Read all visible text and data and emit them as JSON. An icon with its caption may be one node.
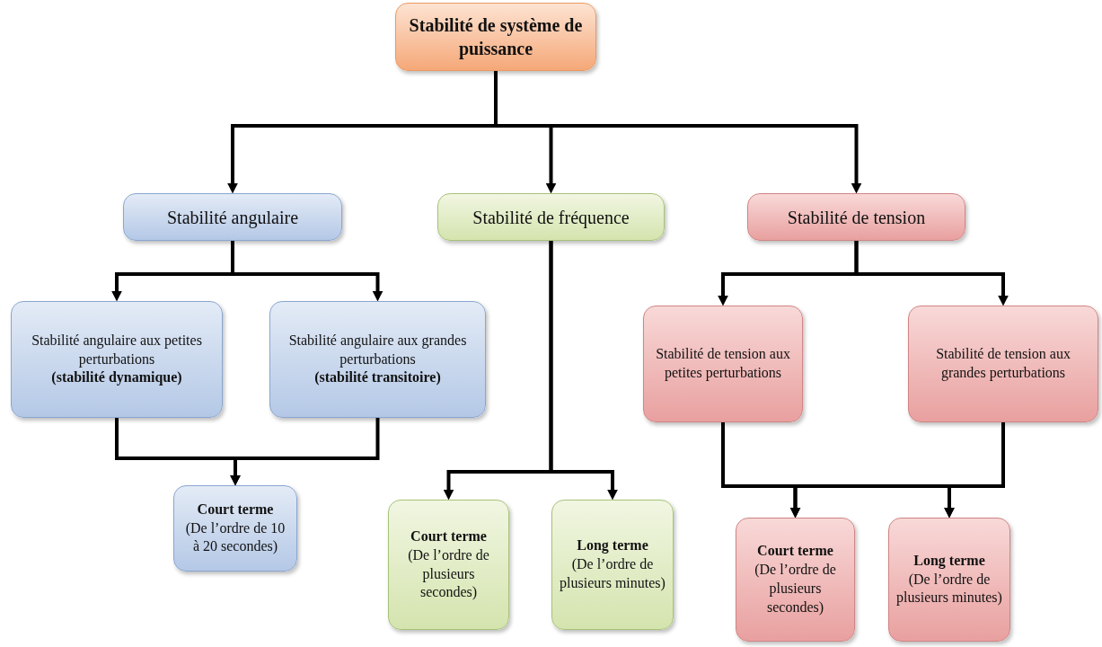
{
  "diagram": {
    "nodes": [
      {
        "text": [
          "Stabilité de système de puissance"
        ]
      },
      {
        "text": [
          "Stabilité angulaire"
        ]
      },
      {
        "text": [
          "Stabilité de fréquence"
        ]
      },
      {
        "text": [
          "Stabilité de tension"
        ]
      },
      {
        "text": [
          "Stabilité angulaire aux petites perturbations",
          "(stabilité dynamique)"
        ]
      },
      {
        "text": [
          "Stabilité angulaire aux grandes perturbations",
          "(stabilité transitoire)"
        ]
      },
      {
        "text": [
          "Stabilité de tension aux petites perturbations"
        ]
      },
      {
        "text": [
          "Stabilité de tension aux grandes perturbations"
        ]
      },
      {
        "text": [
          "Court terme",
          "(De l’ordre de 10 à 20 secondes)"
        ]
      },
      {
        "text": [
          "Court terme",
          "(De l’ordre de plusieurs secondes)"
        ]
      },
      {
        "text": [
          "Long terme",
          "(De l’ordre de plusieurs minutes)"
        ]
      },
      {
        "text": [
          "Court terme",
          "(De l’ordre de plusieurs secondes)"
        ]
      },
      {
        "text": [
          "Long terme",
          "(De l’ordre de plusieurs minutes)"
        ]
      }
    ],
    "edges": [
      {
        "from": 0,
        "to": 1,
        "arrow": "to"
      },
      {
        "from": 0,
        "to": 2,
        "arrow": "to"
      },
      {
        "from": 0,
        "to": 3,
        "arrow": "to"
      },
      {
        "from": 1,
        "to": 4,
        "arrow": "to"
      },
      {
        "from": 1,
        "to": 5,
        "arrow": "to"
      },
      {
        "from": 3,
        "to": 6,
        "arrow": "to"
      },
      {
        "from": 3,
        "to": 7,
        "arrow": "to"
      },
      {
        "from": 4,
        "to": 8,
        "arrow": "to"
      },
      {
        "from": 5,
        "to": 8,
        "arrow": "to"
      },
      {
        "from": 2,
        "to": 9,
        "arrow": "to"
      },
      {
        "from": 2,
        "to": 10,
        "arrow": "to"
      },
      {
        "from": 6,
        "to": 11,
        "arrow": "to"
      },
      {
        "from": 6,
        "to": 12,
        "arrow": "to"
      },
      {
        "from": 7,
        "to": 11,
        "arrow": "to"
      },
      {
        "from": 7,
        "to": 12,
        "arrow": "to"
      }
    ]
  }
}
